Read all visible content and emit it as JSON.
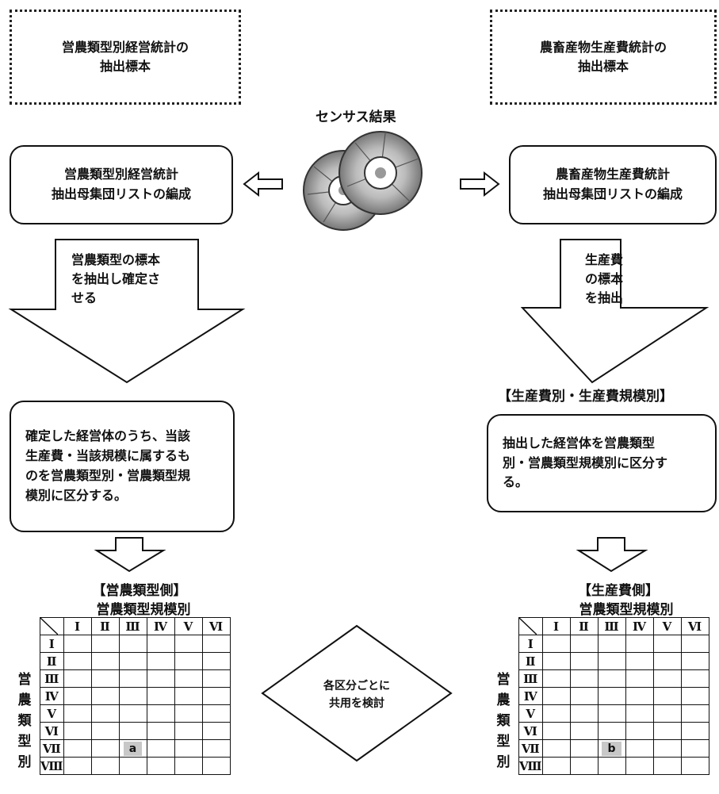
{
  "top_left_box": "営農類型別経営統計の\n抽出標本",
  "top_right_box": "農畜産物生産費統計の\n抽出標本",
  "census_label": "センサス結果",
  "left_list_box": "営農類型別経営統計\n抽出母集団リストの編成",
  "right_list_box": "農畜産物生産費統計\n抽出母集団リストの編成",
  "left_arrow_text": "営農類型の標本\nを抽出し確定さ\nせる",
  "right_arrow_text": "生産費\nの標本\nを抽出",
  "right_bracket_label": "【生産費別・生産費規模別】",
  "left_process_box": "確定した経営体のうち、当該\n生産費・当該規模に属するも\nのを営農類型別・営農類型規\n模別に区分する。",
  "right_process_box": "抽出した経営体を営農類型\n別・営農類型規模別に区分す\nる。",
  "left_table": {
    "header1": "【営農類型側】",
    "header2": "営農類型規模別",
    "row_label": [
      "営",
      "農",
      "類",
      "型",
      "別"
    ],
    "marker": "a"
  },
  "right_table": {
    "header1": "【生産費側】",
    "header2": "営農類型規模別",
    "row_label": [
      "営",
      "農",
      "類",
      "型",
      "別"
    ],
    "marker": "b"
  },
  "col_headers": [
    "Ⅰ",
    "Ⅱ",
    "Ⅲ",
    "Ⅳ",
    "Ⅴ",
    "Ⅵ"
  ],
  "row_headers": [
    "Ⅰ",
    "Ⅱ",
    "Ⅲ",
    "Ⅳ",
    "Ⅴ",
    "Ⅵ",
    "Ⅶ",
    "Ⅷ"
  ],
  "diamond_text": "各区分ごとに\n共用を検討"
}
